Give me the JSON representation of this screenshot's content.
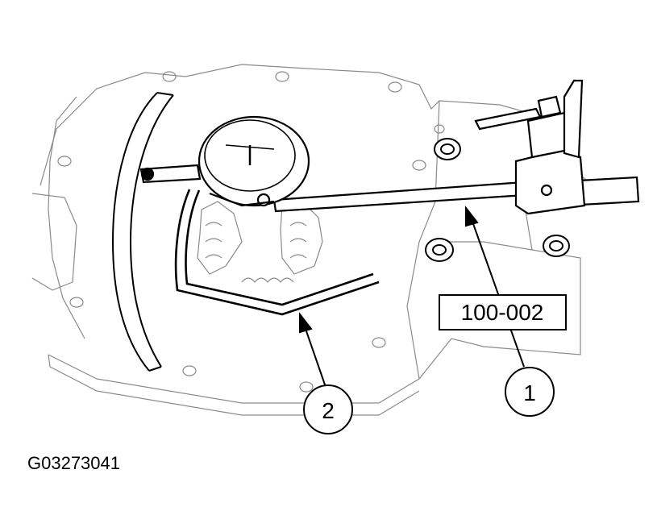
{
  "tool_label": "100-002",
  "callouts": [
    {
      "number": "1"
    },
    {
      "number": "2"
    }
  ],
  "figure_id": "G03273041"
}
